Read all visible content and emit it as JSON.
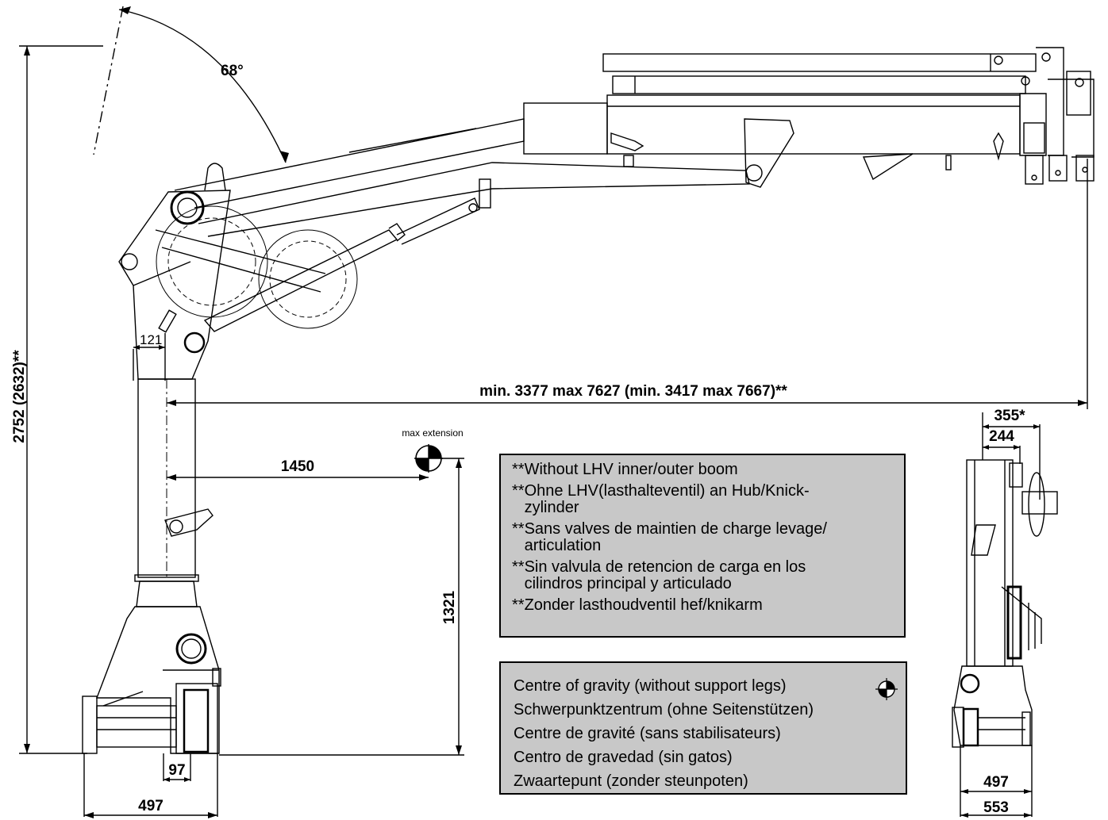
{
  "dimensions": {
    "angle": "68°",
    "height": "2752 (2632)**",
    "reach": "min. 3377 max 7627 (min. 3417 max 7667)**",
    "offset_121": "121",
    "cog_horizontal": "1450",
    "cog_vertical": "1321",
    "base_97": "97",
    "base_width_front": "497",
    "side_355": "355*",
    "side_244": "244",
    "side_497": "497",
    "side_553": "553"
  },
  "labels": {
    "max_extension": "max extension"
  },
  "notes_hydraulic": [
    {
      "stars": "**",
      "text": "Without LHV inner/outer boom"
    },
    {
      "stars": "**",
      "text": "Ohne LHV(lasthalteventil) an Hub/Knick-\nzylinder"
    },
    {
      "stars": "**",
      "text": "Sans valves de maintien de charge levage/\narticulation"
    },
    {
      "stars": "**",
      "text": "Sin valvula de retencion de carga en los\ncilindros principal y articulado"
    },
    {
      "stars": "**",
      "text": "Zonder lasthoudventil hef/knikarm"
    }
  ],
  "notes_cog": [
    "Centre of gravity (without support legs)",
    "Schwerpunktzentrum (ohne Seitenstützen)",
    "Centre de gravité (sans stabilisateurs)",
    "Centro de gravedad (sin gatos)",
    "Zwaartepunt (zonder steunpoten)"
  ],
  "icons": {
    "cog_symbol": "centre-of-gravity-icon"
  },
  "colors": {
    "note_background": "#c8c8c8",
    "line": "#000000"
  }
}
